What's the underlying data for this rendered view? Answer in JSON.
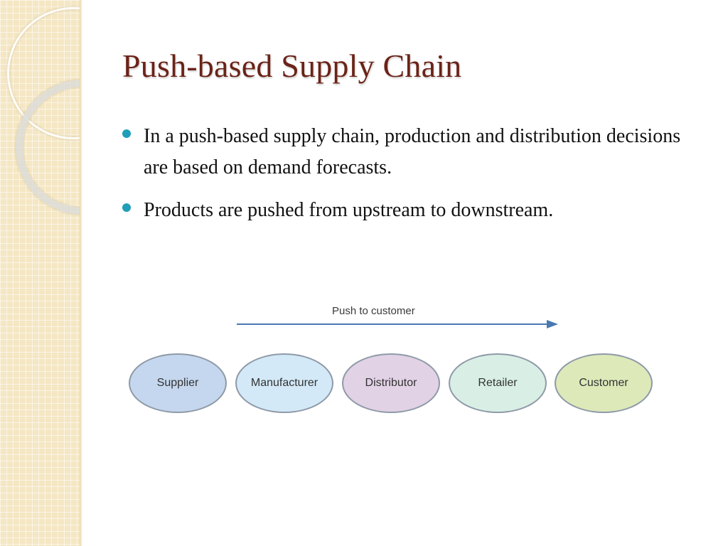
{
  "slide": {
    "title": "Push-based Supply Chain",
    "bullets": [
      "In a push-based supply chain, production and distribution decisions are based on demand forecasts.",
      "Products are pushed from upstream to downstream."
    ]
  },
  "diagram": {
    "arrow_label": "Push to customer",
    "arrow_color": "#4a78b0",
    "nodes": [
      {
        "label": "Supplier",
        "color": "#c5d7ee"
      },
      {
        "label": "Manufacturer",
        "color": "#d3e9f7"
      },
      {
        "label": "Distributor",
        "color": "#e2d2e6"
      },
      {
        "label": "Retailer",
        "color": "#d9efe5"
      },
      {
        "label": "Customer",
        "color": "#dde9b9"
      }
    ]
  },
  "theme": {
    "title_color": "#6b2318",
    "bullet_color": "#1f9fb7",
    "strip_color": "#f5e7c4"
  }
}
